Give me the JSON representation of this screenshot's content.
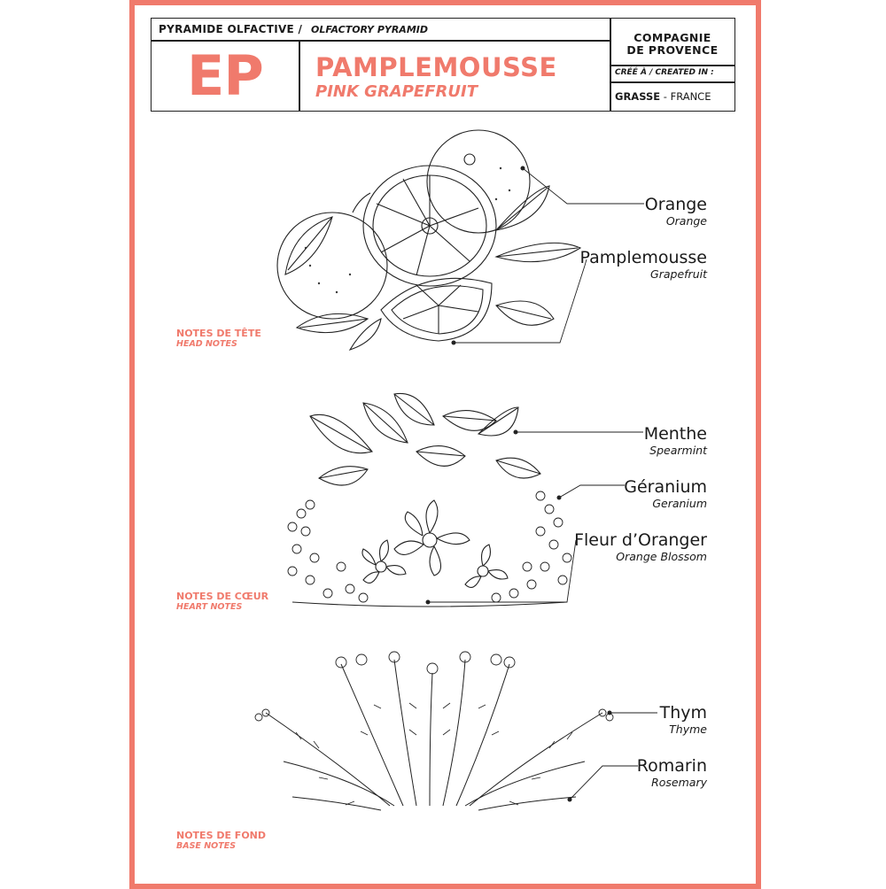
{
  "header": {
    "pyramid_label": "PYRAMIDE OLFACTIVE /",
    "pyramid_label_en": "OLFACTORY PYRAMID",
    "monogram": "EP",
    "fragrance_name": "PAMPLEMOUSSE",
    "fragrance_name_en": "PINK GRAPEFRUIT",
    "brand_line1": "COMPAGNIE",
    "brand_line2": "DE PROVENCE",
    "created_label": "CRÉÉ À / CREATED IN :",
    "origin_city": "GRASSE",
    "origin_sep": " - ",
    "origin_country": "FRANCE"
  },
  "sections": [
    {
      "label_fr": "NOTES DE TÊTE",
      "label_en": "HEAD NOTES",
      "notes": [
        {
          "fr": "Orange",
          "en": "Orange"
        },
        {
          "fr": "Pamplemousse",
          "en": "Grapefruit"
        }
      ]
    },
    {
      "label_fr": "NOTES DE CŒUR",
      "label_en": "HEART NOTES",
      "notes": [
        {
          "fr": "Menthe",
          "en": "Spearmint"
        },
        {
          "fr": "Géranium",
          "en": "Geranium"
        },
        {
          "fr": "Fleur d’Oranger",
          "en": "Orange Blossom"
        }
      ]
    },
    {
      "label_fr": "NOTES DE FOND",
      "label_en": "BASE NOTES",
      "notes": [
        {
          "fr": "Thym",
          "en": "Thyme"
        },
        {
          "fr": "Romarin",
          "en": "Rosemary"
        }
      ]
    }
  ],
  "colors": {
    "accent": "#f07a6c",
    "ink": "#1a1a1a"
  },
  "icons": [
    "citrus-illustration",
    "herbal-floral-illustration",
    "thyme-rosemary-illustration"
  ]
}
